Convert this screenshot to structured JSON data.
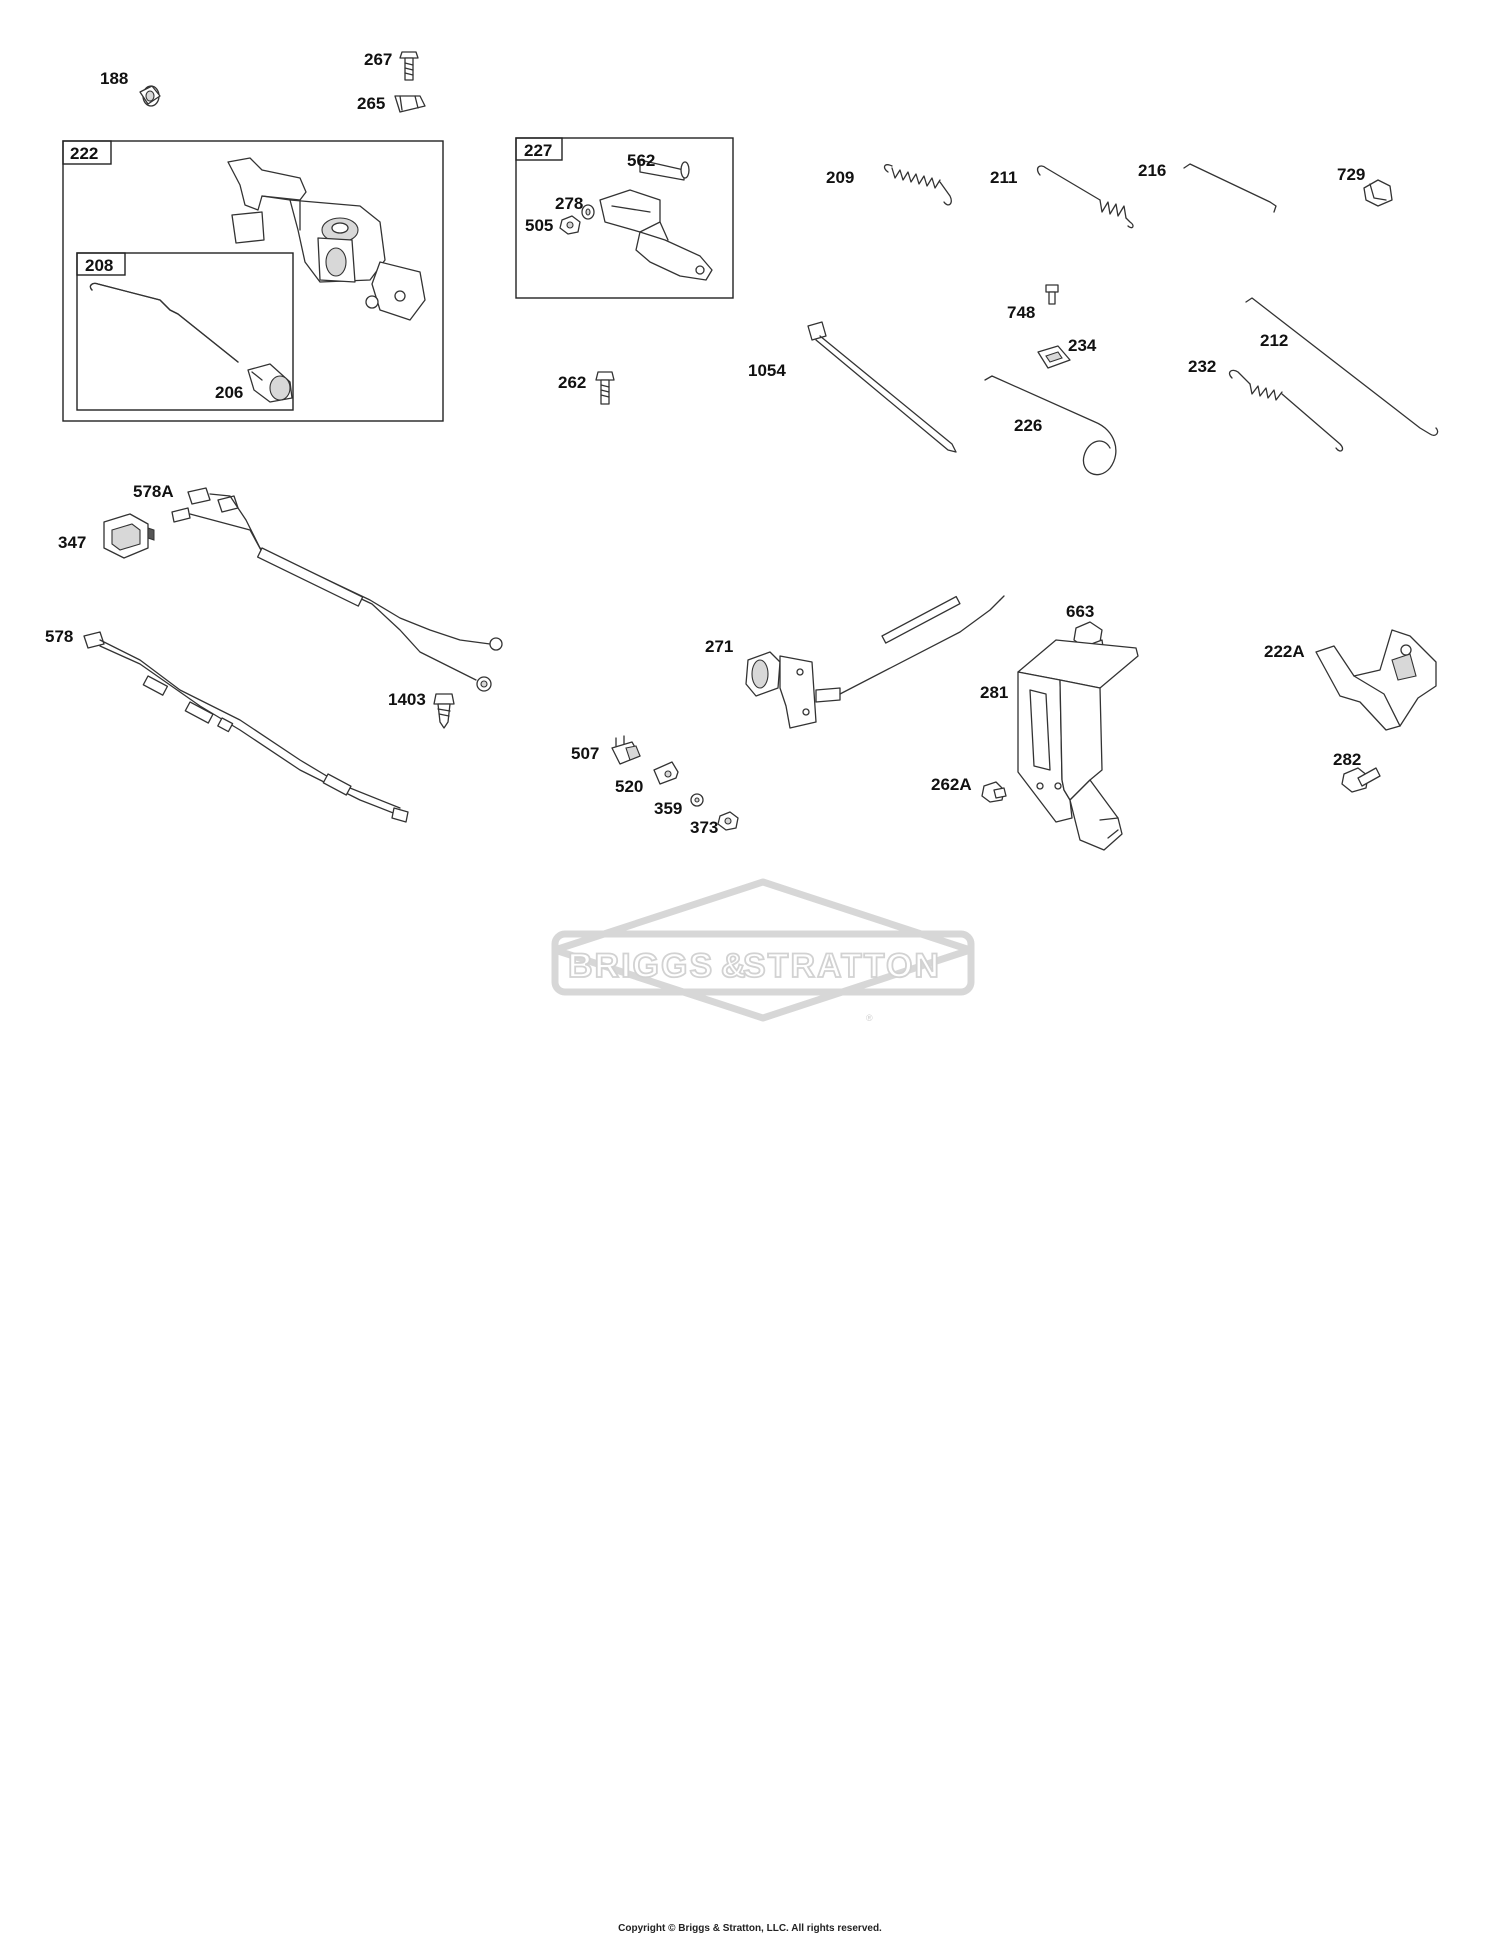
{
  "copyright": "Copyright © Briggs & Stratton, LLC. All rights reserved.",
  "watermark": {
    "brand_left": "BRIGGS",
    "brand_amp": "&",
    "brand_right": "STRATTON",
    "registered": "®"
  },
  "callouts": {
    "c188": "188",
    "c267": "267",
    "c265": "265",
    "c222": "222",
    "c208": "208",
    "c206": "206",
    "c227": "227",
    "c562": "562",
    "c278": "278",
    "c505": "505",
    "c209": "209",
    "c211": "211",
    "c216": "216",
    "c729": "729",
    "c748": "748",
    "c234": "234",
    "c212": "212",
    "c232": "232",
    "c262": "262",
    "c1054": "1054",
    "c226": "226",
    "c578A": "578A",
    "c347": "347",
    "c578": "578",
    "c1403": "1403",
    "c271": "271",
    "c663": "663",
    "c222A": "222A",
    "c281": "281",
    "c282": "282",
    "c507": "507",
    "c520": "520",
    "c359": "359",
    "c373": "373",
    "c262A": "262A"
  },
  "icons": {
    "watermark_logo": "briggs-stratton-logo-icon"
  },
  "colors": {
    "line": "#333333",
    "label": "#111111",
    "watermark": "#d7d7d7"
  }
}
